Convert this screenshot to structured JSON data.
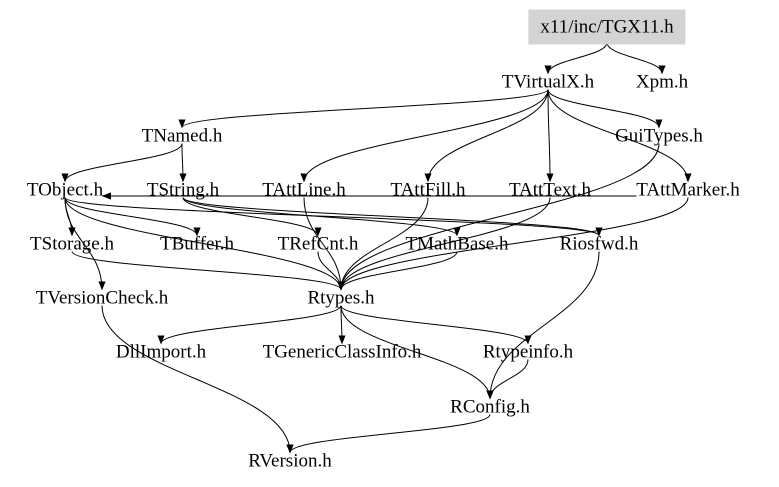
{
  "nodes": [
    {
      "id": "tgx11",
      "label": "x11/inc/TGX11.h",
      "highlighted": true
    },
    {
      "id": "tvirtualx",
      "label": "TVirtualX.h"
    },
    {
      "id": "xpm",
      "label": "Xpm.h"
    },
    {
      "id": "tnamed",
      "label": "TNamed.h"
    },
    {
      "id": "guitypes",
      "label": "GuiTypes.h"
    },
    {
      "id": "tobject",
      "label": "TObject.h"
    },
    {
      "id": "tstring",
      "label": "TString.h"
    },
    {
      "id": "tattline",
      "label": "TAttLine.h"
    },
    {
      "id": "tattfill",
      "label": "TAttFill.h"
    },
    {
      "id": "tatttext",
      "label": "TAttText.h"
    },
    {
      "id": "tattmarker",
      "label": "TAttMarker.h"
    },
    {
      "id": "tstorage",
      "label": "TStorage.h"
    },
    {
      "id": "tbuffer",
      "label": "TBuffer.h"
    },
    {
      "id": "trefcnt",
      "label": "TRefCnt.h"
    },
    {
      "id": "tmathbase",
      "label": "TMathBase.h"
    },
    {
      "id": "riosfwd",
      "label": "Riosfwd.h"
    },
    {
      "id": "tversioncheck",
      "label": "TVersionCheck.h"
    },
    {
      "id": "rtypes",
      "label": "Rtypes.h"
    },
    {
      "id": "dllimport",
      "label": "DllImport.h"
    },
    {
      "id": "tgenericclassinfo",
      "label": "TGenericClassInfo.h"
    },
    {
      "id": "rtypeinfo",
      "label": "Rtypeinfo.h"
    },
    {
      "id": "rconfig",
      "label": "RConfig.h"
    },
    {
      "id": "rversion",
      "label": "RVersion.h"
    }
  ],
  "edges": [
    [
      "tgx11",
      "tvirtualx"
    ],
    [
      "tgx11",
      "xpm"
    ],
    [
      "tvirtualx",
      "tnamed"
    ],
    [
      "tvirtualx",
      "guitypes"
    ],
    [
      "tvirtualx",
      "tattline"
    ],
    [
      "tvirtualx",
      "tattfill"
    ],
    [
      "tvirtualx",
      "tatttext"
    ],
    [
      "tvirtualx",
      "tattmarker"
    ],
    [
      "tnamed",
      "tobject"
    ],
    [
      "tnamed",
      "tstring"
    ],
    [
      "tobject",
      "tstorage"
    ],
    [
      "tobject",
      "tversioncheck"
    ],
    [
      "tobject",
      "tbuffer"
    ],
    [
      "tobject",
      "rtypes"
    ],
    [
      "tobject",
      "riosfwd"
    ],
    [
      "tstring",
      "trefcnt"
    ],
    [
      "tstring",
      "riosfwd"
    ],
    [
      "tstring",
      "tmathbase"
    ],
    [
      "tattline",
      "tobject"
    ],
    [
      "tattfill",
      "tobject"
    ],
    [
      "tatttext",
      "tobject"
    ],
    [
      "tattmarker",
      "tobject"
    ],
    [
      "tattline",
      "rtypes"
    ],
    [
      "tattfill",
      "rtypes"
    ],
    [
      "tatttext",
      "rtypes"
    ],
    [
      "tattmarker",
      "rtypes"
    ],
    [
      "guitypes",
      "rtypes"
    ],
    [
      "tstorage",
      "rtypes"
    ],
    [
      "trefcnt",
      "rtypes"
    ],
    [
      "tmathbase",
      "rtypes"
    ],
    [
      "riosfwd",
      "rconfig"
    ],
    [
      "tversioncheck",
      "rversion"
    ],
    [
      "rtypes",
      "dllimport"
    ],
    [
      "rtypes",
      "tgenericclassinfo"
    ],
    [
      "rtypes",
      "rtypeinfo"
    ],
    [
      "rtypes",
      "rconfig"
    ],
    [
      "rtypeinfo",
      "rconfig"
    ],
    [
      "rconfig",
      "rversion"
    ]
  ]
}
